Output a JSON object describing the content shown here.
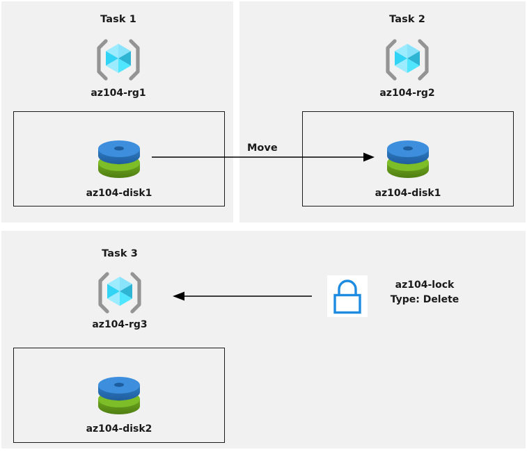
{
  "diagram": {
    "background": "#ffffff",
    "panel_background": "#f1f1f1",
    "stroke_color": "#1a1a1a"
  },
  "panels": [
    {
      "id": "task1",
      "title": "Task 1"
    },
    {
      "id": "task2",
      "title": "Task 2"
    },
    {
      "id": "task3",
      "title": "Task 3"
    }
  ],
  "task1": {
    "title": "Task 1",
    "resource_group": {
      "icon": "resource-group-cube-icon",
      "label": "az104-rg1",
      "color": "#50E6FF"
    },
    "disk": {
      "icon": "managed-disk-icon",
      "label": "az104-disk1",
      "top_color": "#3A8DDE",
      "bottom_color": "#76BC21"
    }
  },
  "task2": {
    "title": "Task 2",
    "resource_group": {
      "icon": "resource-group-cube-icon",
      "label": "az104-rg2",
      "color": "#50E6FF"
    },
    "disk": {
      "icon": "managed-disk-icon",
      "label": "az104-disk1",
      "top_color": "#3A8DDE",
      "bottom_color": "#76BC21"
    }
  },
  "task3": {
    "title": "Task 3",
    "resource_group": {
      "icon": "resource-group-cube-icon",
      "label": "az104-rg3",
      "color": "#50E6FF"
    },
    "disk": {
      "icon": "managed-disk-icon",
      "label": "az104-disk2",
      "top_color": "#3A8DDE",
      "bottom_color": "#76BC21"
    },
    "lock": {
      "icon": "lock-icon",
      "name": "az104-lock",
      "type_line": "Type: Delete",
      "color": "#1C8BE0"
    }
  },
  "connectors": {
    "move": {
      "label": "Move",
      "direction": "right",
      "from": "task1.disk",
      "to": "task2.disk"
    },
    "lock_apply": {
      "label": "",
      "direction": "left",
      "from": "task3.lock",
      "to": "task3.resource_group"
    }
  }
}
